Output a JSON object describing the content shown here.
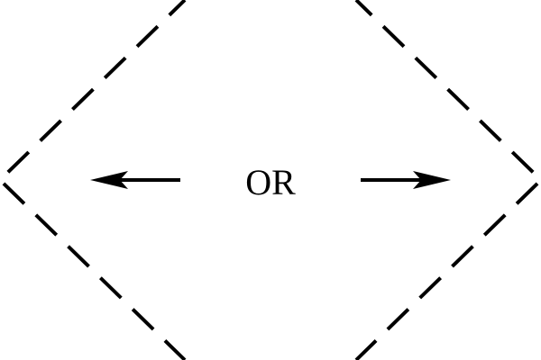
{
  "diagram": {
    "center_label": "OR",
    "arrows": [
      {
        "direction": "left"
      },
      {
        "direction": "right"
      }
    ],
    "line_color": "#000000",
    "line_style": "dashed",
    "shape": "diamond"
  }
}
